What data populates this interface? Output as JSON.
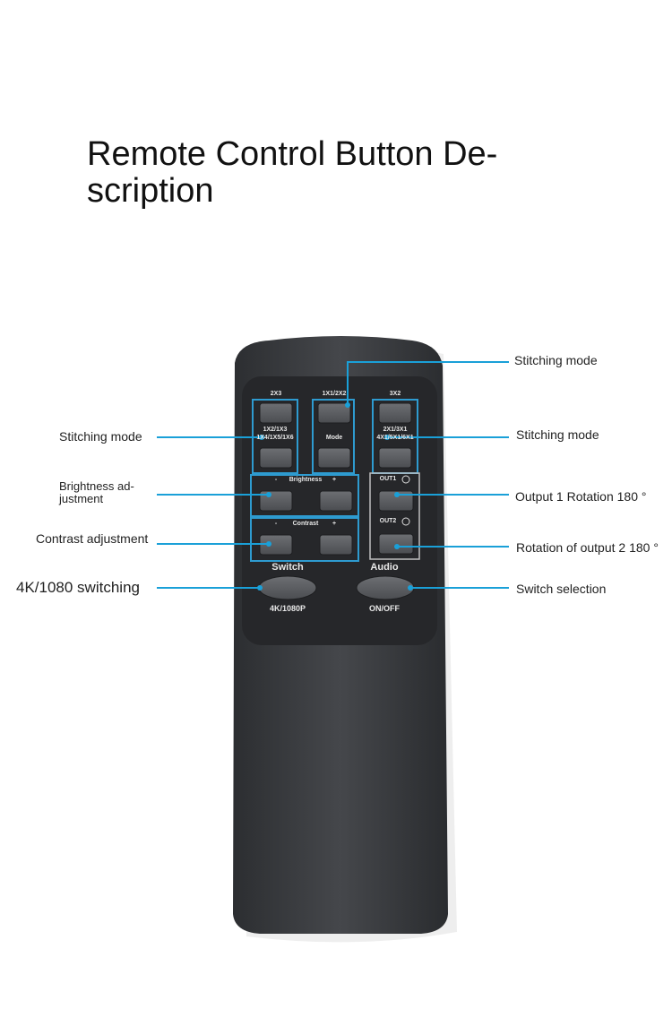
{
  "title": "Remote Control Button Description",
  "title_line1": "Remote Control Button De-",
  "title_line2": "scription",
  "callouts": {
    "stitching_top": "Stitching mode",
    "stitching_left": "Stitching mode",
    "stitching_right": "Stitching mode",
    "brightness_line1": "Brightness ad-",
    "brightness_line2": "justment",
    "contrast": "Contrast adjustment",
    "switch_4k": "4K/1080 switching",
    "output1": "Output 1 Rotation 180 °",
    "output2": "Rotation of output 2 180 °",
    "switch_selection": "Switch selection"
  },
  "remote_labels": {
    "group1_top": "2X3",
    "group1_mid_1": "1X2/1X3",
    "group1_mid_2": "1X4/1X5/1X6",
    "group2_top": "1X1/2X2",
    "group2_mid": "Mode",
    "group3_top": "3X2",
    "group3_mid_1": "2X1/3X1",
    "group3_mid_2": "4X1/5X1/6X1",
    "brightness": "Brightness",
    "brightness_minus": "-",
    "brightness_plus": "+",
    "contrast": "Contrast",
    "contrast_minus": "-",
    "contrast_plus": "+",
    "out1": "OUT1",
    "out2": "OUT2",
    "switch": "Switch",
    "audio": "Audio",
    "res_button": "4K/1080P",
    "audio_button": "ON/OFF"
  },
  "colors": {
    "callout_line": "#1aa0d8",
    "remote_body": "#3a3c40",
    "panel": "#2a2b2e",
    "button": "#5d5f63",
    "frame": "#2e9bd0"
  }
}
